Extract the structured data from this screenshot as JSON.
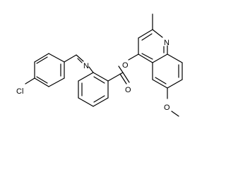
{
  "atoms": {
    "cl": "Cl",
    "imine_n": "N",
    "ester_o": "O",
    "carbonyl_o": "O",
    "quinoline_n": "N",
    "methoxy_o": "O"
  }
}
